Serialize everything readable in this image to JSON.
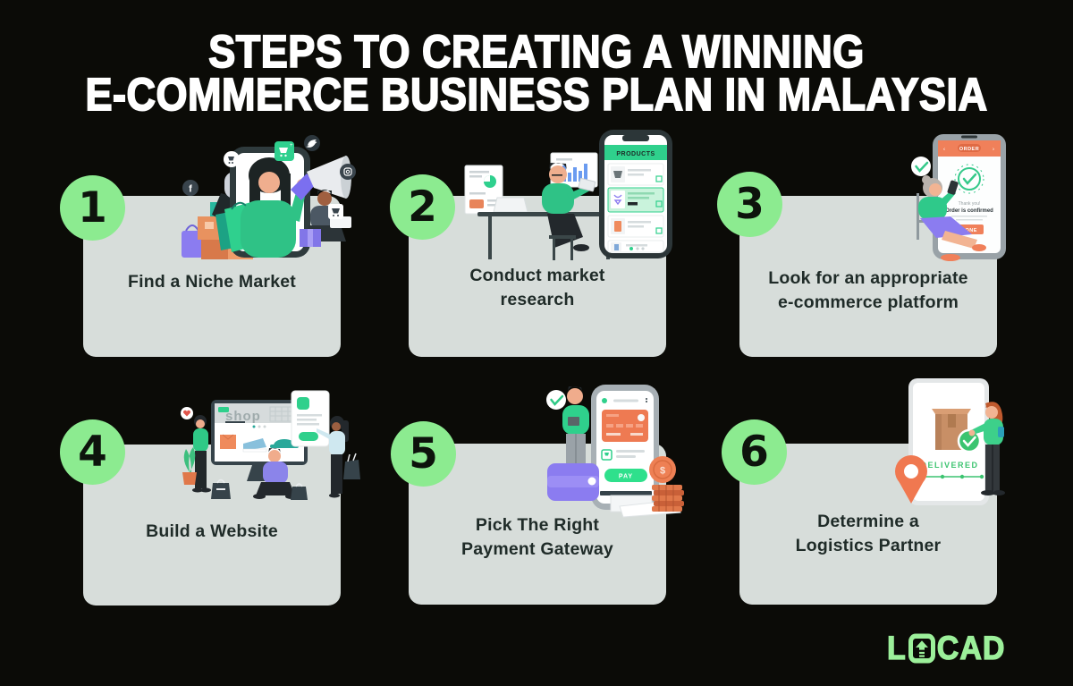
{
  "title": {
    "line1": "STEPS TO CREATING A WINNING",
    "line2": "E-COMMERCE BUSINESS PLAN IN MALAYSIA"
  },
  "steps": [
    {
      "number": "1",
      "lines": [
        "Find a Niche Market"
      ],
      "illustration": "woman-with-megaphone-shopping-bags-social-icons"
    },
    {
      "number": "2",
      "lines": [
        "Conduct market",
        "research"
      ],
      "illustration": "person-at-desk-with-laptop-and-product-list-phone",
      "screen": {
        "header": "PRODUCTS"
      }
    },
    {
      "number": "3",
      "lines": [
        "Look for an appropriate",
        "e-commerce platform"
      ],
      "illustration": "woman-seated-with-order-confirmation-phone",
      "screen": {
        "header": "ORDER",
        "thank_you": "Thank you!",
        "confirmation": "Order is confirmed",
        "done_button": "DONE"
      }
    },
    {
      "number": "4",
      "lines": [
        "Build a Website"
      ],
      "illustration": "team-building-shop-website-on-monitor",
      "screen": {
        "site_title": "shop"
      }
    },
    {
      "number": "5",
      "lines": [
        "Pick The Right",
        "Payment Gateway"
      ],
      "illustration": "man-with-payment-phone-wallet-and-coins",
      "screen": {
        "pay_button": "PAY"
      }
    },
    {
      "number": "6",
      "lines": [
        "Determine a",
        "Logistics Partner"
      ],
      "illustration": "delivery-tablet-with-package-and-location-pin",
      "screen": {
        "status": "DELIVERED"
      }
    }
  ],
  "logo": {
    "name": "LOCAD",
    "prefix": "L",
    "suffix": "CAD"
  },
  "colors": {
    "background": "#0b0b07",
    "card": "#d7ddda",
    "step_circle_green": "#8ceb90",
    "logo_green": "#9cf09a",
    "title_text": "#ffffff",
    "label_text": "#1f2b28",
    "illustration_green": "#2fc986",
    "illustration_orange": "#ef7a52",
    "illustration_purple": "#8b7cf0"
  }
}
